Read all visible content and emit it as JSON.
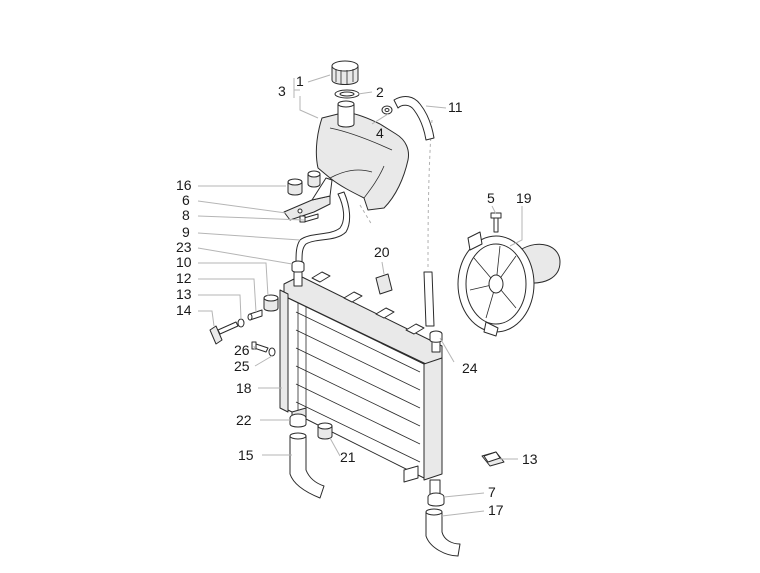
{
  "callouts": {
    "c1": "1",
    "c2": "2",
    "c3": "3",
    "c4": "4",
    "c5": "5",
    "c6": "6",
    "c7": "7",
    "c8": "8",
    "c9": "9",
    "c10": "10",
    "c11": "11",
    "c12": "12",
    "c13a": "13",
    "c13b": "13",
    "c14": "14",
    "c15": "15",
    "c16": "16",
    "c17": "17",
    "c18": "18",
    "c19": "19",
    "c20": "20",
    "c21": "21",
    "c22": "22",
    "c23": "23",
    "c24": "24",
    "c25": "25",
    "c26": "26"
  },
  "colors": {
    "line": "#2b2b2b",
    "leader": "#b5b5b5",
    "shade": "#e9e9e9"
  }
}
